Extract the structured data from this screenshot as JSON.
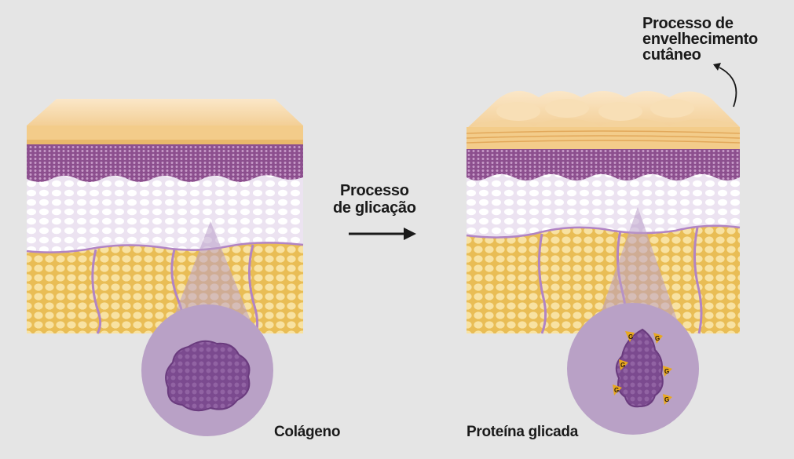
{
  "labels": {
    "process_line1": "Processo",
    "process_line2": "de glicação",
    "aging_line1": "Processo de",
    "aging_line2": "envelhecimento",
    "aging_line3": "cutâneo",
    "collagen": "Colágeno",
    "glycated_protein": "Proteína glicada",
    "glycation_marker": "G"
  },
  "colors": {
    "background": "#e5e5e5",
    "epidermis_top": "#f7d9a8",
    "epidermis_band": "#f0c37c",
    "dermis_dark": "#8c4f8e",
    "dermis_light": "#eadff0",
    "fat_layer": "#f3d680",
    "vessel": "#b184c4",
    "zoom_circle": "#b9a1c6",
    "collagen": "#7b4a8f",
    "glycation_marker": "#e8a81f"
  }
}
